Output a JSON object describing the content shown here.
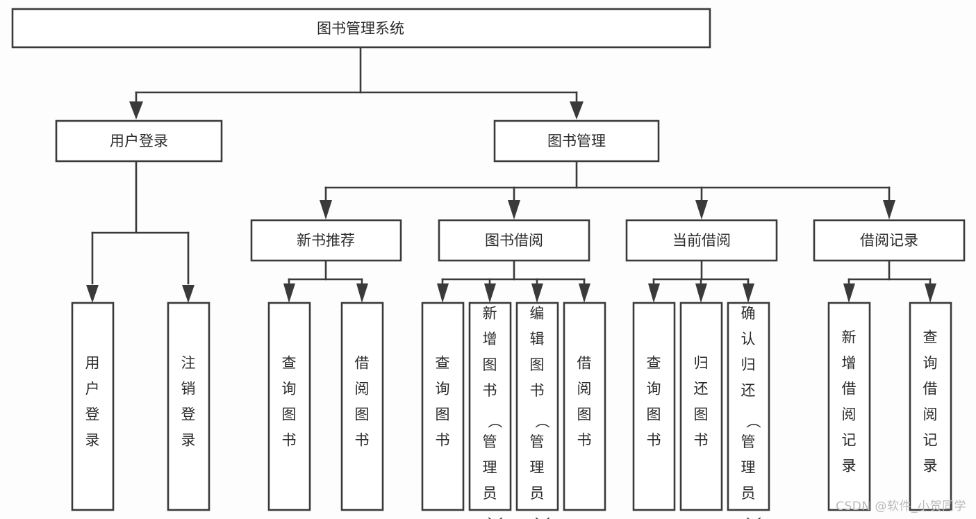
{
  "diagram": {
    "title": "图书管理系统",
    "type": "hierarchy-tree",
    "watermark": "CSDN @软件_小贺同学",
    "colors": {
      "background": "#fdfdfd",
      "box_fill": "#ffffff",
      "box_stroke": "#3a3a3a",
      "text": "#2b2b2b",
      "watermark": "#b9b9b9"
    },
    "root": {
      "label": "图书管理系统",
      "orientation": "horizontal"
    },
    "level2": [
      {
        "label": "用户登录",
        "orientation": "horizontal"
      },
      {
        "label": "图书管理",
        "orientation": "horizontal"
      }
    ],
    "level3": [
      {
        "label": "新书推荐",
        "orientation": "horizontal"
      },
      {
        "label": "图书借阅",
        "orientation": "horizontal"
      },
      {
        "label": "当前借阅",
        "orientation": "horizontal"
      },
      {
        "label": "借阅记录",
        "orientation": "horizontal"
      }
    ],
    "leaves": {
      "user_login": [
        {
          "label": "用户登录",
          "orientation": "vertical"
        },
        {
          "label": "注销登录",
          "orientation": "vertical"
        }
      ],
      "new_book_recommend": [
        {
          "label": "查询图书",
          "orientation": "vertical"
        },
        {
          "label": "借阅图书",
          "orientation": "vertical"
        }
      ],
      "book_borrow": [
        {
          "label": "查询图书",
          "orientation": "vertical"
        },
        {
          "label": "新增图书（管理员）",
          "orientation": "vertical"
        },
        {
          "label": "编辑图书（管理员）",
          "orientation": "vertical"
        },
        {
          "label": "借阅图书",
          "orientation": "vertical"
        }
      ],
      "current_borrow": [
        {
          "label": "查询图书",
          "orientation": "vertical"
        },
        {
          "label": "归还图书",
          "orientation": "vertical"
        },
        {
          "label": "确认归还（管理员）",
          "orientation": "vertical"
        }
      ],
      "borrow_record": [
        {
          "label": "新增借阅记录",
          "orientation": "vertical"
        },
        {
          "label": "查询借阅记录",
          "orientation": "vertical"
        }
      ]
    }
  }
}
